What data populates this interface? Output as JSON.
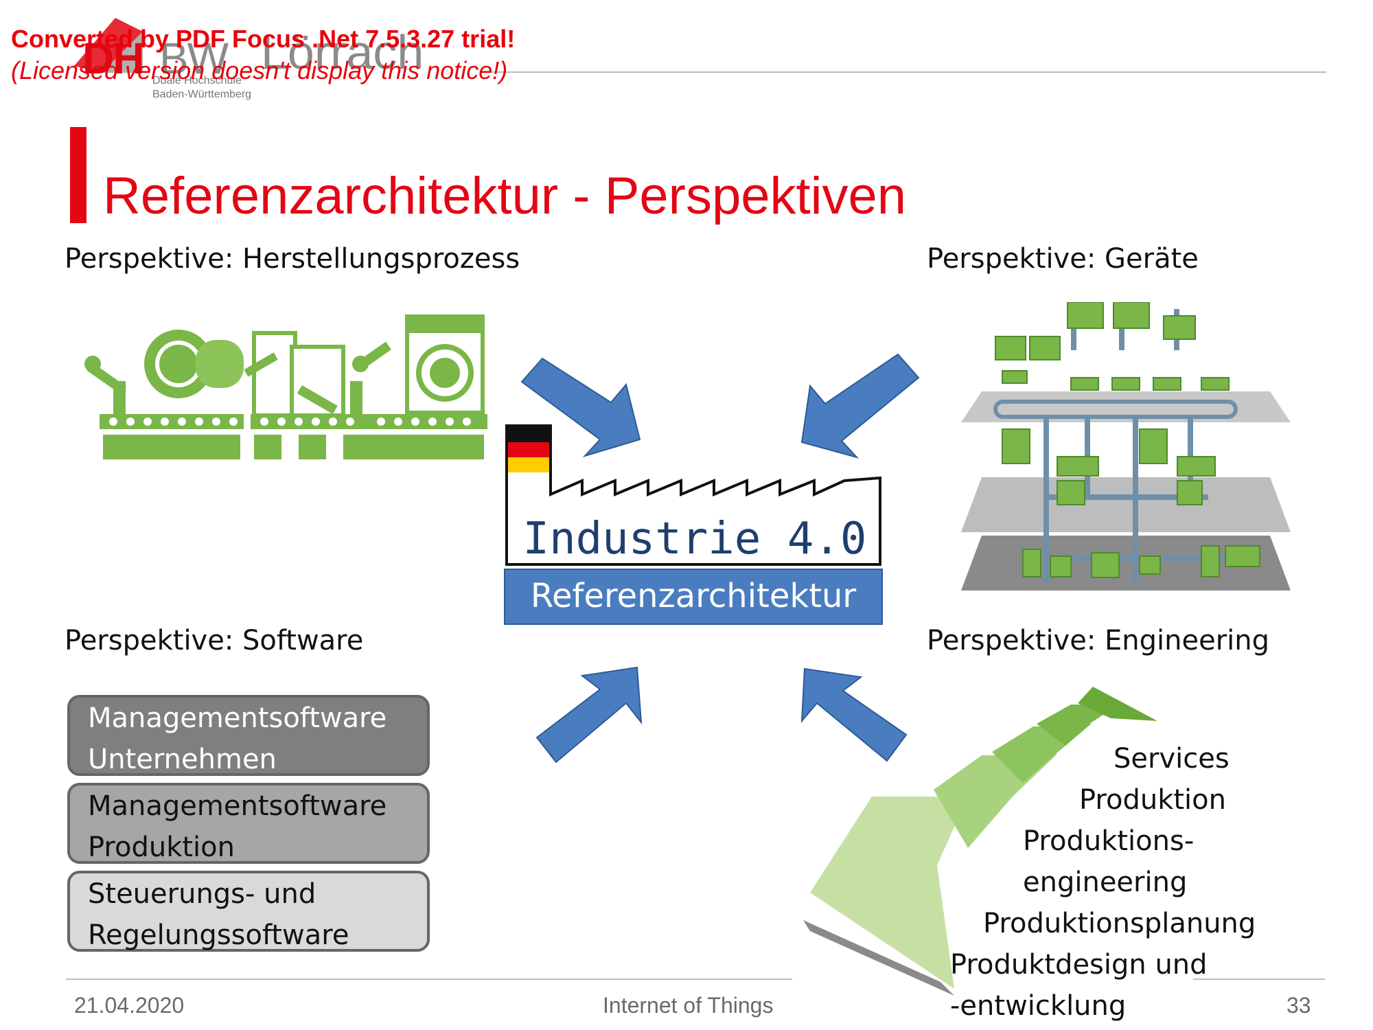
{
  "watermark": {
    "line1": "Converted by PDF Focus .Net 7.5.3.27 trial!",
    "line2": "(Licensed version doesn't display this notice!)"
  },
  "logo": {
    "dh": "DH",
    "bw": "BW",
    "city": "Lörrach",
    "subtitle1": "Duale Hochschule",
    "subtitle2": "Baden-Württemberg"
  },
  "slide": {
    "title": "Referenzarchitektur - Perspektiven"
  },
  "perspectives": {
    "manufacturing": "Perspektive: Herstellungsprozess",
    "devices": "Perspektive: Geräte",
    "software": "Perspektive: Software",
    "engineering": "Perspektive: Engineering"
  },
  "center": {
    "industrie": "Industrie 4.0",
    "referenz": "Referenzarchitektur"
  },
  "software_layers": [
    {
      "line1": "Managementsoftware",
      "line2": "Unternehmen",
      "bg": "#7f7f7f",
      "color": "#ffffff"
    },
    {
      "line1": "Managementsoftware",
      "line2": "Produktion",
      "bg": "#a6a6a6",
      "color": "#111111"
    },
    {
      "line1": "Steuerungs- und",
      "line2": "Regelungssoftware",
      "bg": "#d9d9d9",
      "color": "#111111"
    }
  ],
  "engineering_steps": {
    "s1": "Services",
    "s2": "Produktion",
    "s3": "Produktions-",
    "s4": "engineering",
    "s5": "Produktionsplanung",
    "s6": "Produktdesign und",
    "s7": "-entwicklung"
  },
  "footer": {
    "date": "21.04.2020",
    "topic": "Internet of Things",
    "page": "33"
  },
  "colors": {
    "brand_red": "#e30613",
    "arrow_blue": "#4a7dbf",
    "green": "#7ab648"
  }
}
